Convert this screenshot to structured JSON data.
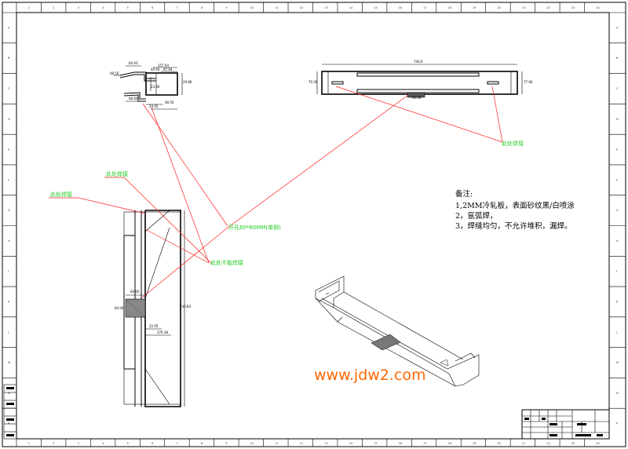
{
  "zones": {
    "columns": [
      "1",
      "2",
      "3",
      "4",
      "5",
      "6",
      "7",
      "8",
      "9",
      "10",
      "11",
      "12",
      "13",
      "14",
      "15",
      "16",
      "17",
      "18",
      "19",
      "20",
      "21",
      "22",
      "23",
      "24"
    ],
    "rows": [
      "A",
      "B",
      "C",
      "D",
      "E",
      "F",
      "G",
      "H",
      "J",
      "K",
      "L",
      "M",
      "N",
      "P"
    ]
  },
  "top_view": {
    "dims": [
      "84.93",
      "157.94",
      "40.93",
      "97.94",
      "29.86",
      "48.50",
      "23.26",
      "68.00",
      "24.05",
      "48.50"
    ]
  },
  "plan_view": {
    "overall_length": "746.6",
    "left_height": "70.36",
    "right_height": "77.66",
    "slot_dim": "60.00"
  },
  "side_view": {
    "height_dim": "740.84",
    "sq_width": "60.00",
    "sq_height": "60.00",
    "dim_a": "22.05",
    "dim_b": "376.38"
  },
  "callouts": {
    "weld_here_top": "此处焊接",
    "weld_here_left": "此处焊接",
    "weld_here_right": "此处焊接",
    "hole_note": "开孔60*60MM(单侧)",
    "no_weld": "此处不能焊接"
  },
  "notes": {
    "title": "备注:",
    "items": [
      "1,2MM冷轧板，表面砂纹黑/白喷涂",
      "2，氩弧焊，",
      "3，焊缝均匀，不允许堆积，漏焊。"
    ]
  },
  "watermark": "www.jdw2.com"
}
